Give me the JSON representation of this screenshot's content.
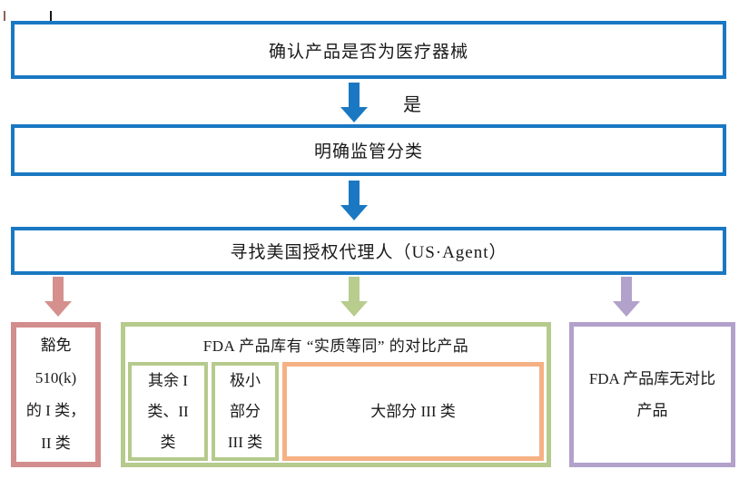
{
  "flow": {
    "step1": "确认产品是否为医疗器械",
    "yes_label": "是",
    "step2": "明确监管分类",
    "step3": "寻找美国授权代理人（US·Agent）"
  },
  "outcomes": {
    "exempt": {
      "lines": [
        "豁免",
        "510(k)",
        "的 I 类，",
        "II 类"
      ]
    },
    "predicate_found": {
      "header": "FDA 产品库有 “实质等同” 的对比产品",
      "cell_rest_class12": {
        "lines": [
          "其余 I",
          "类、II",
          "类"
        ]
      },
      "cell_small_class3": {
        "lines": [
          "极小",
          "部分",
          "III 类"
        ]
      },
      "cell_most_class3": {
        "label": "大部分 III 类"
      }
    },
    "no_predicate": {
      "label": "FDA 产品库无对比产品"
    }
  },
  "colors": {
    "process_blue": "#1a78c2",
    "exempt_pink": "#d28d8d",
    "predicate_green": "#b5ca8c",
    "most_class3_orange": "#f5b183",
    "no_predicate_purple": "#b1a1cb",
    "text": "#1a1a1a"
  }
}
